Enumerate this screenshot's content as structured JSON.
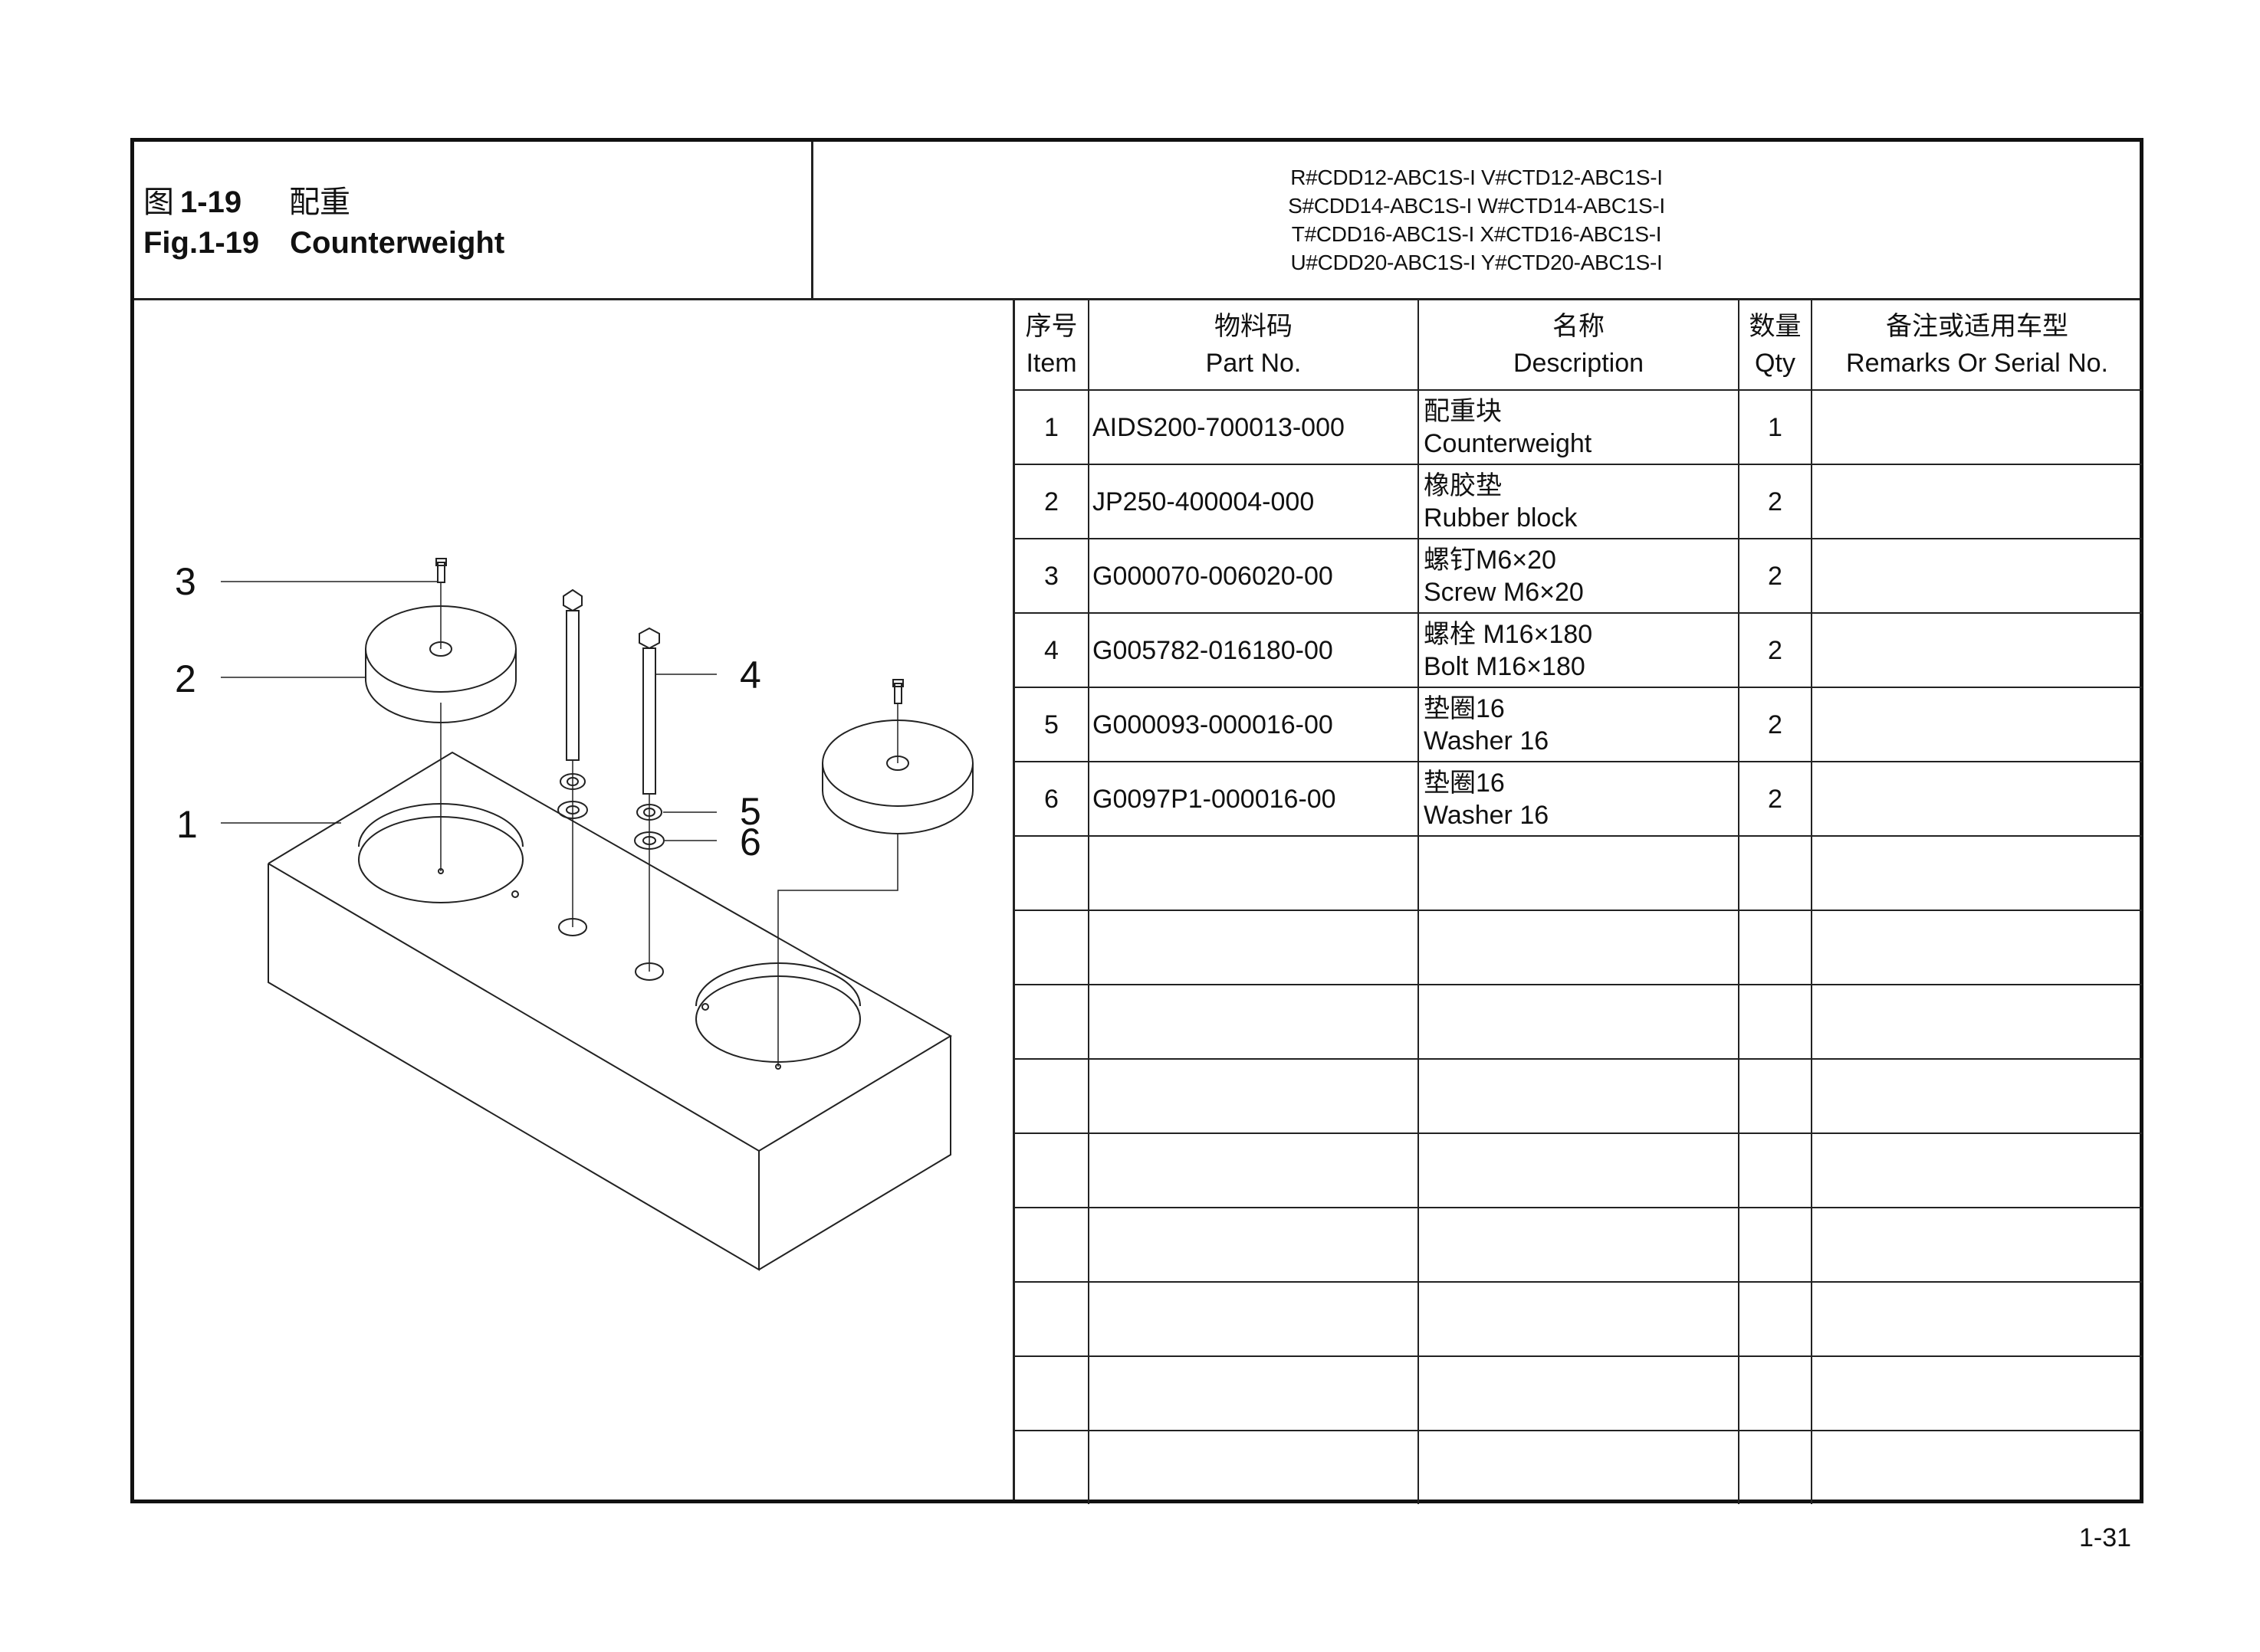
{
  "header": {
    "figure_cn_prefix": "图",
    "figure_number": "1-19",
    "figure_cn_name": "配重",
    "figure_en_prefix": "Fig.1-19",
    "figure_en_name": "Counterweight",
    "models": [
      "R#CDD12-ABC1S-I V#CTD12-ABC1S-I",
      "S#CDD14-ABC1S-I W#CTD14-ABC1S-I",
      "T#CDD16-ABC1S-I X#CTD16-ABC1S-I",
      "U#CDD20-ABC1S-I Y#CTD20-ABC1S-I"
    ]
  },
  "table": {
    "columns": [
      {
        "cn": "序号",
        "en": "Item"
      },
      {
        "cn": "物料码",
        "en": "Part No."
      },
      {
        "cn": "名称",
        "en": "Description"
      },
      {
        "cn": "数量",
        "en": "Qty"
      },
      {
        "cn": "备注或适用车型",
        "en": "Remarks Or Serial No."
      }
    ],
    "rows": [
      {
        "item": "1",
        "part_no": "AIDS200-700013-000",
        "desc_cn": "配重块",
        "desc_en": "Counterweight",
        "qty": "1",
        "remarks": ""
      },
      {
        "item": "2",
        "part_no": "JP250-400004-000",
        "desc_cn": "橡胶垫",
        "desc_en": "Rubber block",
        "qty": "2",
        "remarks": ""
      },
      {
        "item": "3",
        "part_no": "G000070-006020-00",
        "desc_cn": "螺钉M6×20",
        "desc_en": "Screw M6×20",
        "qty": "2",
        "remarks": ""
      },
      {
        "item": "4",
        "part_no": "G005782-016180-00",
        "desc_cn": "螺栓 M16×180",
        "desc_en": "Bolt M16×180",
        "qty": "2",
        "remarks": ""
      },
      {
        "item": "5",
        "part_no": "G000093-000016-00",
        "desc_cn": "垫圈16",
        "desc_en": "Washer 16",
        "qty": "2",
        "remarks": ""
      },
      {
        "item": "6",
        "part_no": "G0097P1-000016-00",
        "desc_cn": "垫圈16",
        "desc_en": "Washer 16",
        "qty": "2",
        "remarks": ""
      }
    ],
    "empty_row_count": 9
  },
  "drawing": {
    "callouts": [
      "1",
      "2",
      "3",
      "4",
      "5",
      "6"
    ]
  },
  "footer": {
    "page_number": "1-31"
  }
}
